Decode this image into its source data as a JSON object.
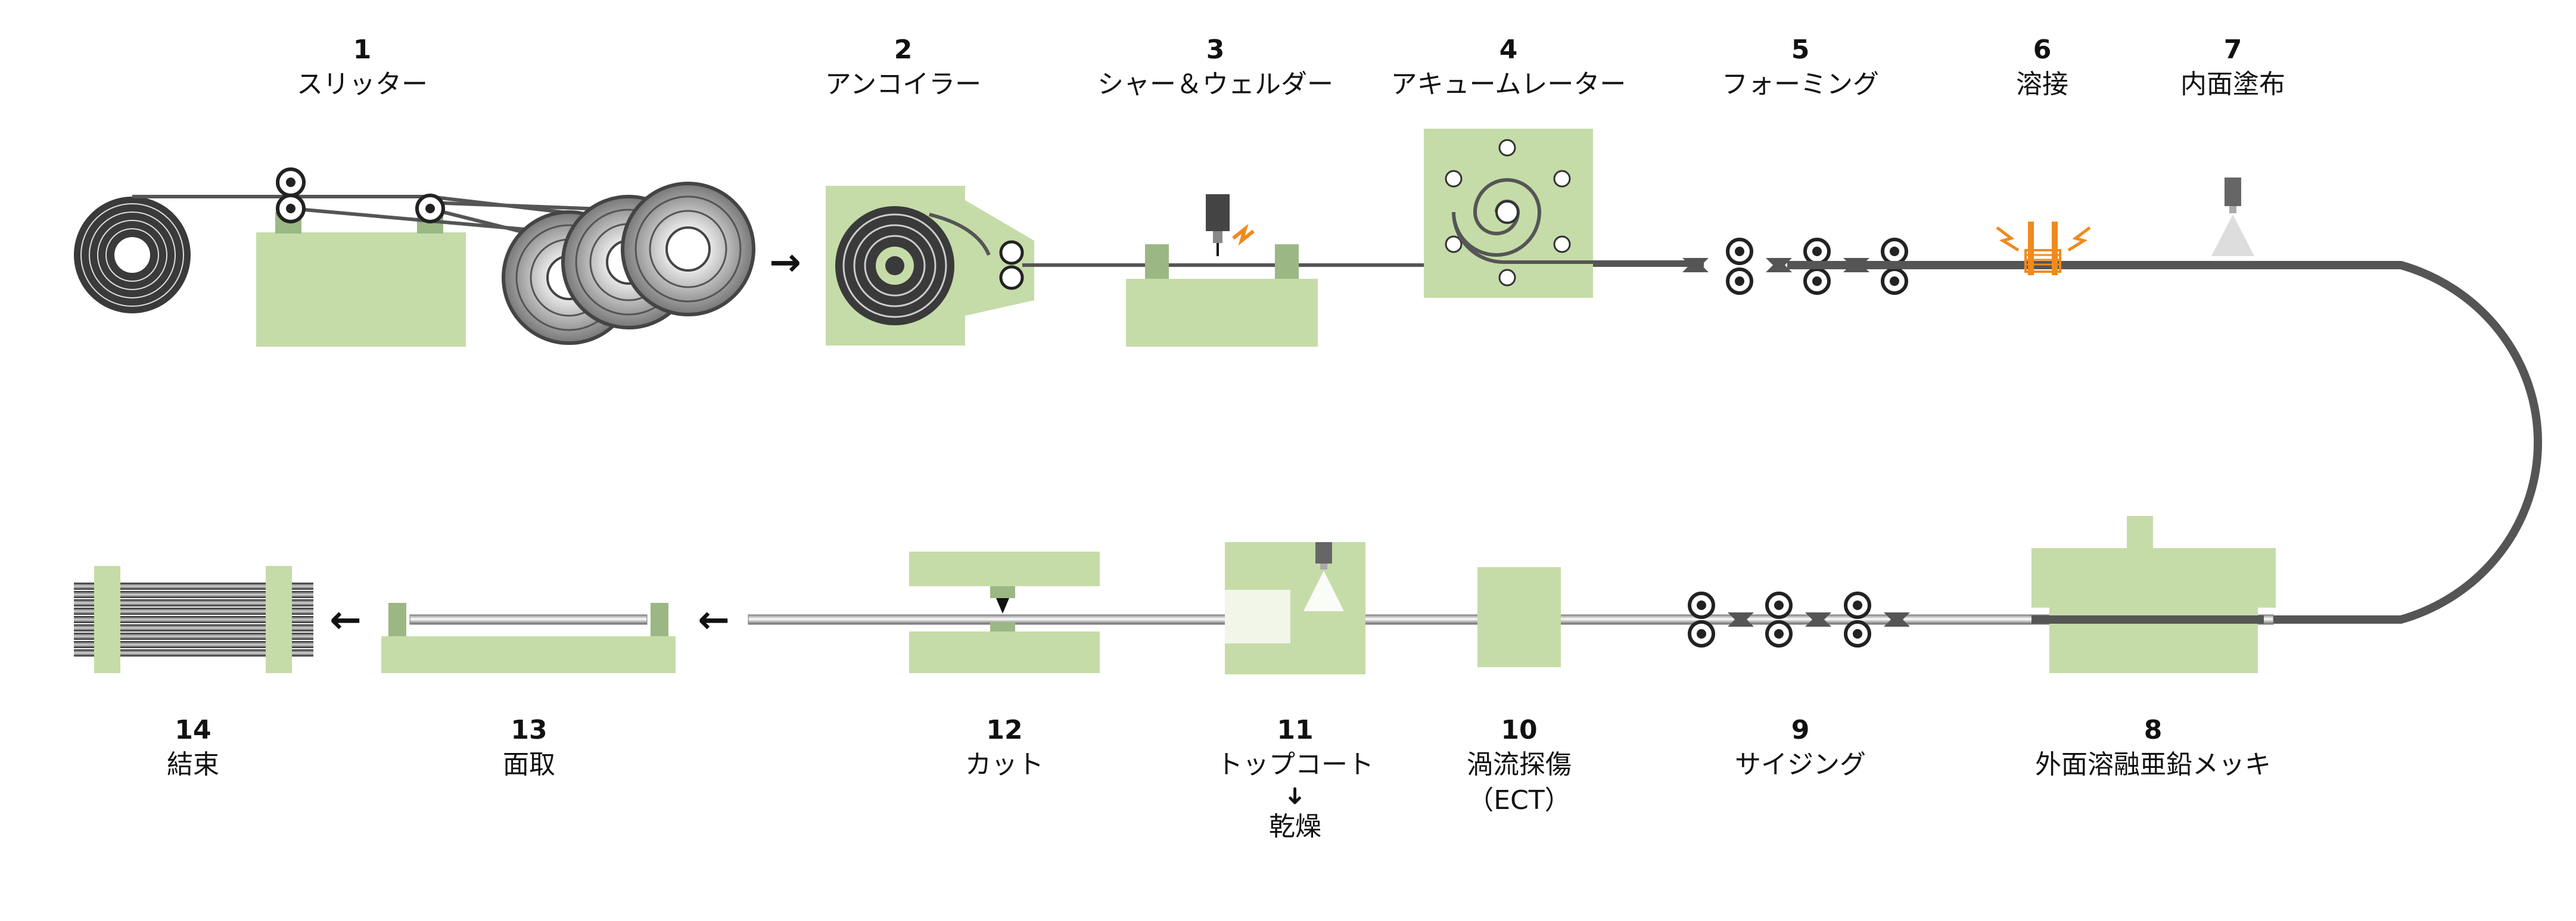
{
  "steps": [
    {
      "num": "1",
      "name": "スリッター"
    },
    {
      "num": "2",
      "name": "アンコイラー"
    },
    {
      "num": "3",
      "name": "シャー＆ウェルダー"
    },
    {
      "num": "4",
      "name": "アキュームレーター"
    },
    {
      "num": "5",
      "name": "フォーミング"
    },
    {
      "num": "6",
      "name": "溶接"
    },
    {
      "num": "7",
      "name": "内面塗布"
    },
    {
      "num": "8",
      "name": "外面溶融亜鉛メッキ"
    },
    {
      "num": "9",
      "name": "サイジング"
    },
    {
      "num": "10",
      "name": "渦流探傷",
      "sub": "（ECT）"
    },
    {
      "num": "11",
      "name": "トップコート",
      "arrow": "➜",
      "sub": "乾燥"
    },
    {
      "num": "12",
      "name": "カット"
    },
    {
      "num": "13",
      "name": "面取"
    },
    {
      "num": "14",
      "name": "結束"
    }
  ],
  "colors": {
    "machine": "#c5dca8",
    "machine_dark": "#9bb884",
    "pipe": "#555555",
    "coil": "#444444",
    "roller": "#ffffff",
    "spark": "#f08a1c",
    "arrow": "#111111"
  },
  "flow_arrows": [
    "→",
    "←",
    "←"
  ]
}
